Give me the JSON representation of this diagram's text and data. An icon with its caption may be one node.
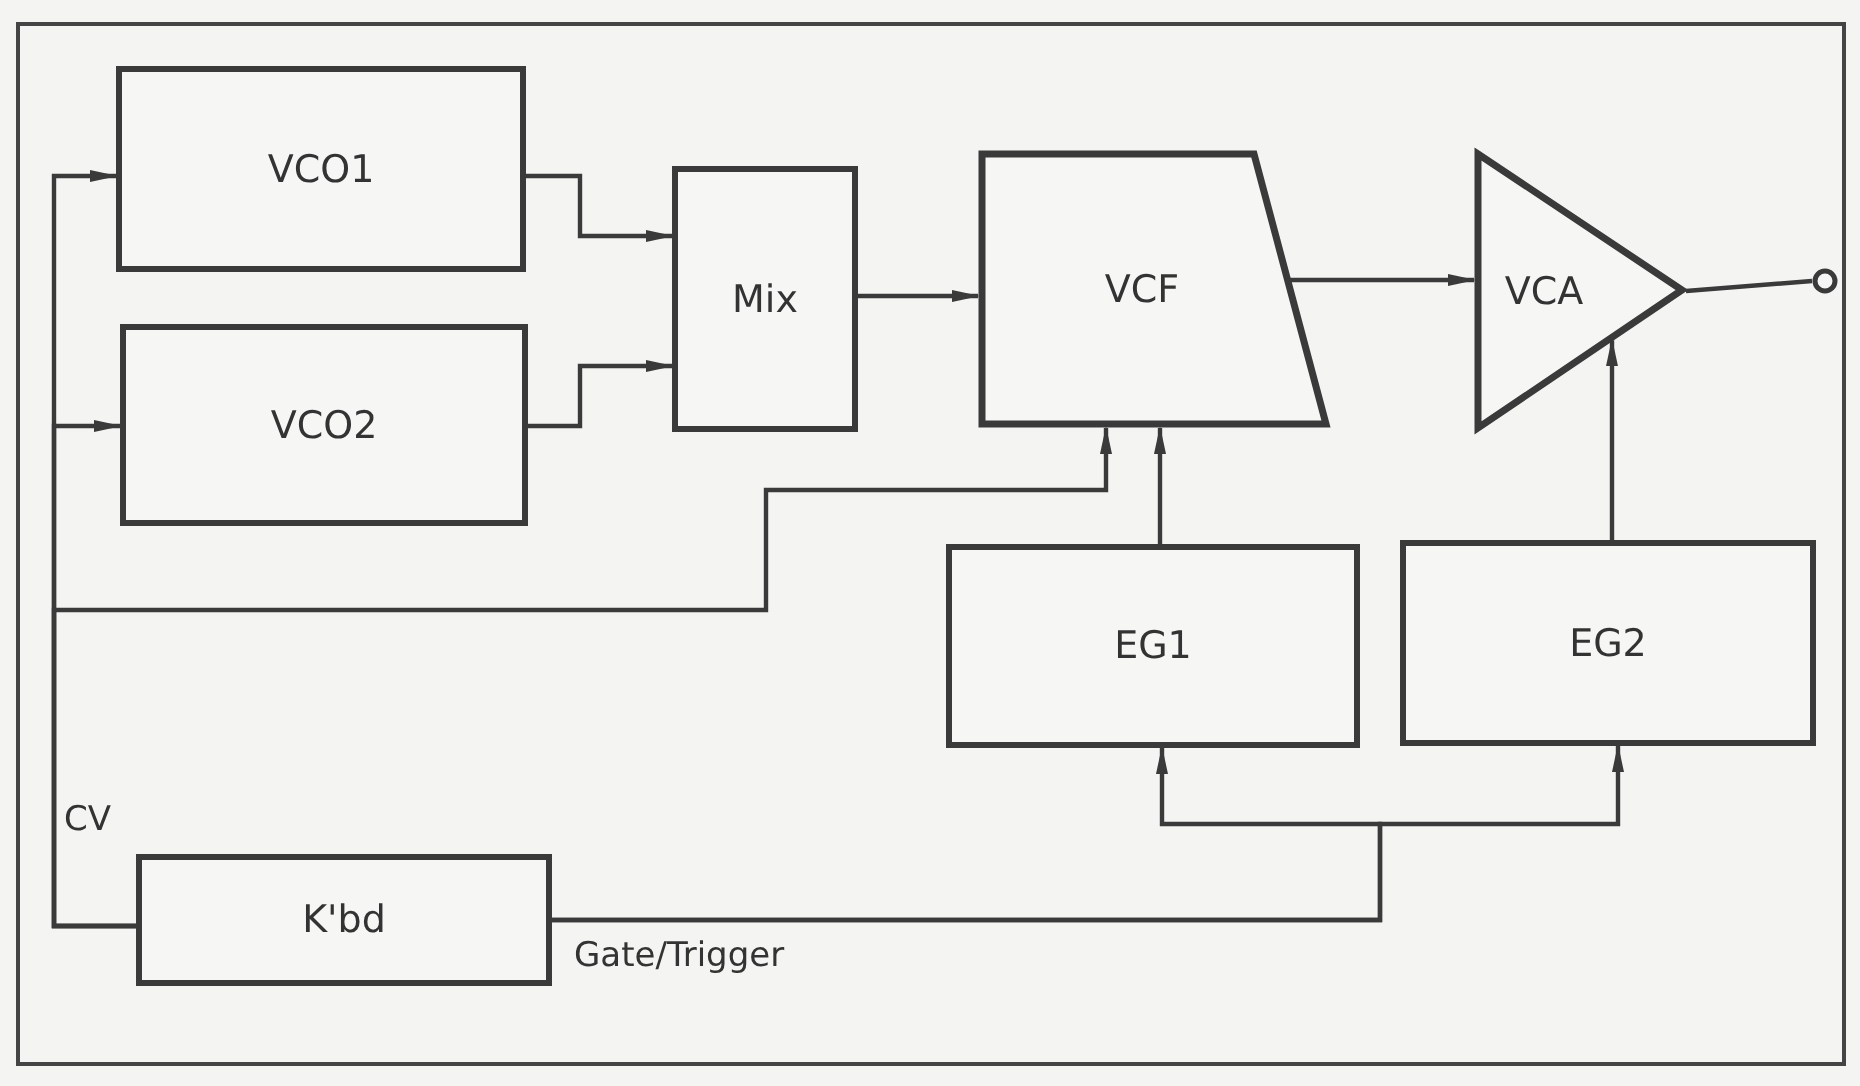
{
  "diagram": {
    "nodes": [
      {
        "text": [
          "VCO1"
        ]
      },
      {
        "text": [
          "VCO2"
        ]
      },
      {
        "text": [
          "Mix"
        ]
      },
      {
        "text": [
          "VCF"
        ]
      },
      {
        "text": [
          "VCA"
        ]
      },
      {
        "text": [
          "EG1"
        ]
      },
      {
        "text": [
          "EG2"
        ]
      },
      {
        "text": [
          "K'bd"
        ]
      },
      {
        "text": [],
        "shape": "circle"
      }
    ],
    "edges": [
      {
        "from": 0,
        "to": 2,
        "arrow": "to"
      },
      {
        "from": 1,
        "to": 2,
        "arrow": "to"
      },
      {
        "from": 2,
        "to": 3,
        "arrow": "to"
      },
      {
        "from": 3,
        "to": 4,
        "arrow": "to"
      },
      {
        "from": 4,
        "to": 8,
        "arrow": "none"
      },
      {
        "from": 5,
        "to": 3,
        "arrow": "to"
      },
      {
        "from": 6,
        "to": 4,
        "arrow": "to"
      },
      {
        "from": 7,
        "to": 0,
        "arrow": "to",
        "label": "CV"
      },
      {
        "from": 7,
        "to": 1,
        "arrow": "to"
      },
      {
        "from": 7,
        "to": 3,
        "arrow": "to"
      },
      {
        "from": 7,
        "to": 5,
        "arrow": "to",
        "label": "Gate/Trigger"
      },
      {
        "from": 7,
        "to": 6,
        "arrow": "to"
      }
    ]
  }
}
